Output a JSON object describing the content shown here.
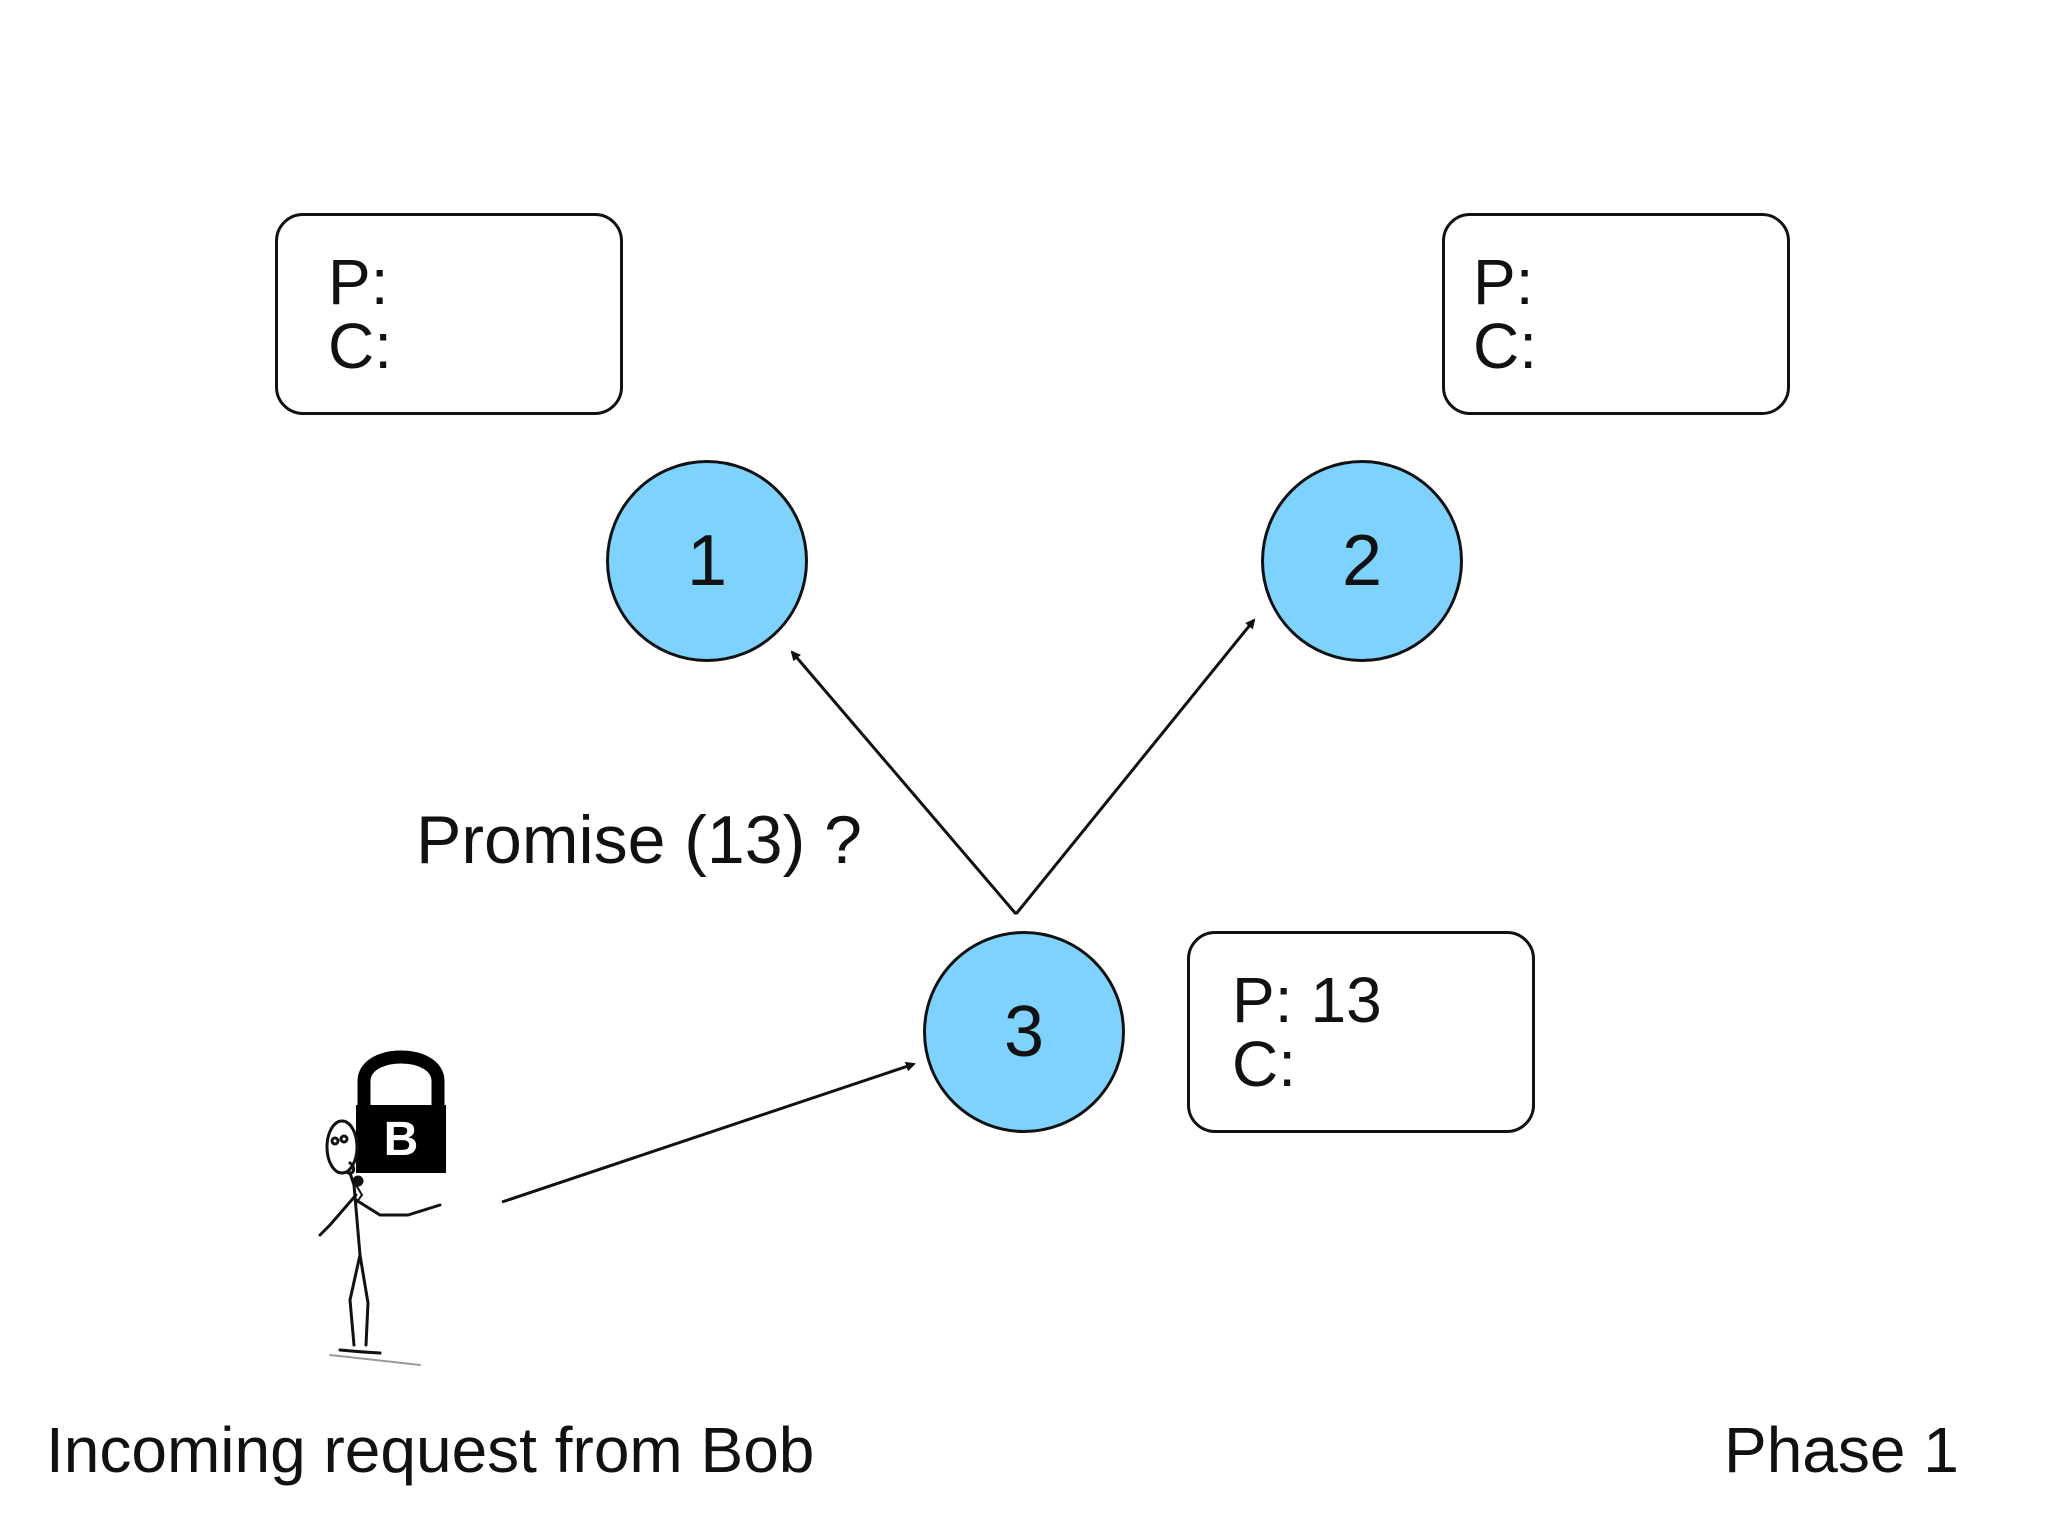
{
  "colors": {
    "node_fill": "#7dd3fd",
    "stroke": "#111111",
    "text": "#111111",
    "background": "#ffffff",
    "lock_fill": "#000000",
    "lock_text": "#ffffff"
  },
  "boxes": {
    "node1": {
      "p_label": "P:",
      "p_value": "",
      "c_label": "C:",
      "c_value": ""
    },
    "node2": {
      "p_label": "P:",
      "p_value": "",
      "c_label": "C:",
      "c_value": ""
    },
    "node3": {
      "p_label": "P:",
      "p_value": "13",
      "c_label": "C:",
      "c_value": ""
    }
  },
  "nodes": {
    "n1": "1",
    "n2": "2",
    "n3": "3"
  },
  "message": "Promise (13) ?",
  "client": {
    "icon": "stick-figure-with-lock-icon",
    "lock_letter": "B"
  },
  "caption_left": "Incoming request from Bob",
  "caption_right": "Phase 1"
}
